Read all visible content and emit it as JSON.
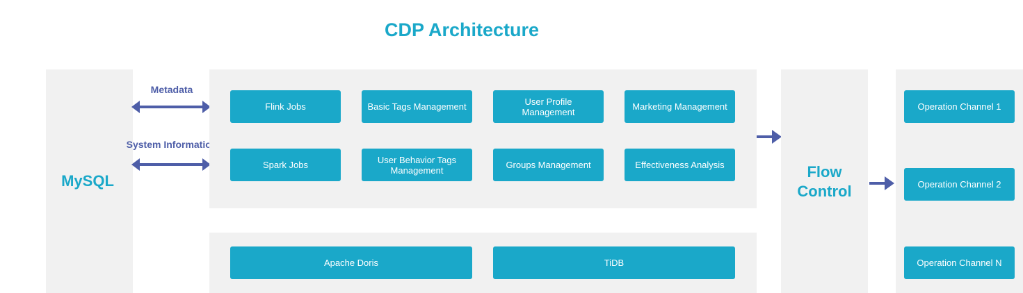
{
  "title": "CDP Architecture",
  "colors": {
    "accent": "#1aa8c9",
    "arrow": "#4e5ea8",
    "panel": "#f1f1f1"
  },
  "mysql": {
    "label": "MySQL"
  },
  "flow_control": {
    "line1": "Flow",
    "line2": "Control"
  },
  "arrows": {
    "metadata": "Metadata",
    "system_information": "System Information"
  },
  "jobs": {
    "row1": [
      "Flink Jobs",
      "Basic Tags Management",
      "User Profile Management",
      "Marketing Management"
    ],
    "row2": [
      "Spark Jobs",
      "User Behavior Tags Management",
      "Groups Management",
      "Effectiveness Analysis"
    ]
  },
  "storage": [
    "Apache Doris",
    "TiDB"
  ],
  "channels": [
    "Operation Channel 1",
    "Operation Channel 2",
    "Operation Channel N"
  ]
}
